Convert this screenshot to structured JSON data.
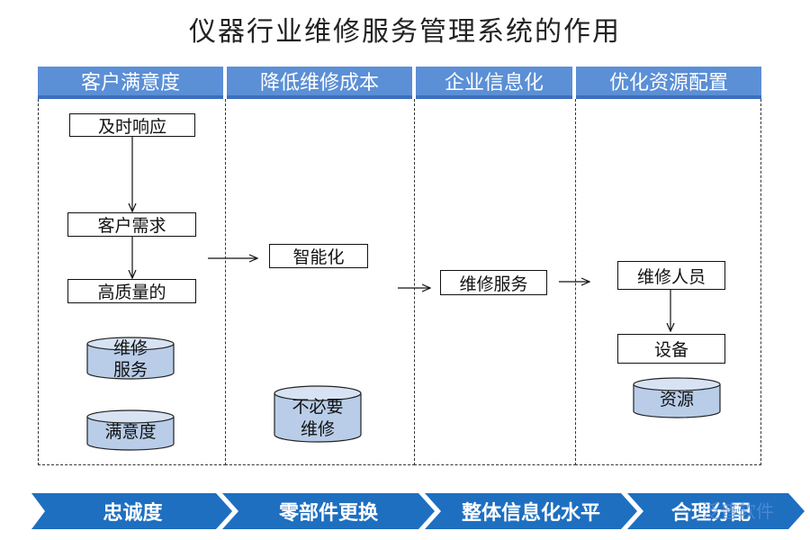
{
  "title": "仪器行业维修服务管理系统的作用",
  "columns": [
    {
      "header": "客户满意度"
    },
    {
      "header": "降低维修成本"
    },
    {
      "header": "企业信息化"
    },
    {
      "header": "优化资源配置"
    }
  ],
  "col1": {
    "boxes": [
      "及时响应",
      "客户需求",
      "高质量的"
    ],
    "cyl1": [
      "维修",
      "服务"
    ],
    "cyl2": [
      "满意度"
    ]
  },
  "col2": {
    "box": "智能化",
    "cyl": [
      "不必要",
      "维修"
    ]
  },
  "col3": {
    "box": "维修服务"
  },
  "col4": {
    "boxes": [
      "维修人员",
      "设备"
    ],
    "cyl": [
      "资源"
    ]
  },
  "bottom": [
    "忠诚度",
    "零部件更换",
    "整体信息化水平",
    "合理分配"
  ],
  "watermark": "泛普软件",
  "colors": {
    "header": "#5b8fd6",
    "header_border": "#3b6fbf",
    "chevron": "#1e6fc0",
    "cylinder": "#b9cde8"
  }
}
